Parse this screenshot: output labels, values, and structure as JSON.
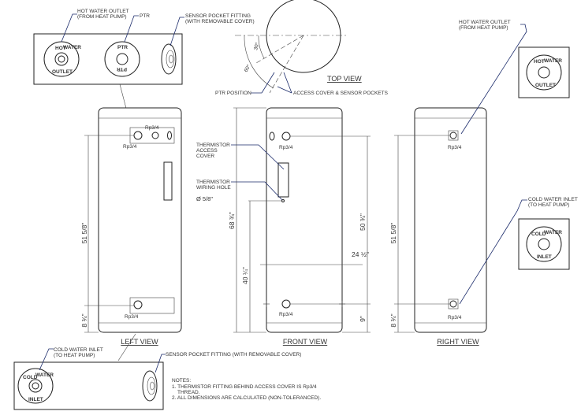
{
  "views": {
    "left": "LEFT VIEW",
    "front": "FRONT VIEW",
    "right": "RIGHT VIEW",
    "top": "TOP VIEW"
  },
  "callouts": {
    "hot_outlet_1": "HOT WATER OUTLET",
    "hot_outlet_2": "(FROM HEAT PUMP)",
    "ptr": "PTR",
    "sensor_1": "SENSOR POCKET FITTING",
    "sensor_2": "(WITH REMOVABLE COVER)",
    "sensor_single": "SENSOR POCKET FITTING (WITH REMOVABLE COVER)",
    "cold_inlet_1": "COLD WATER INLET",
    "cold_inlet_2": "(TO HEAT PUMP)",
    "ptr_position": "PTR POSITION",
    "access_cover_pockets": "ACCESS COVER & SENSOR POCKETS",
    "thermistor_access_1": "THERMISTOR",
    "thermistor_access_2": "ACCESS",
    "thermistor_access_3": "COVER",
    "thermistor_wiring_1": "THERMISTOR",
    "thermistor_wiring_2": "WIRING HOLE",
    "wiring_hole_dia": "Ø 5/8\""
  },
  "fitting_labels": {
    "hot_top": "HOT",
    "hot_water": "WATER",
    "hot_bottom": "OUTLET",
    "ptr_top": "PTR",
    "ptr_bottom": "PTR",
    "cold_top": "COLD",
    "cold_water": "WATER",
    "cold_bottom": "INLET"
  },
  "thread": "Rp3/4",
  "dimensions": {
    "left_height": "51 5/8\"",
    "left_bottom": "8 ¾\"",
    "front_overall": "68 ¾\"",
    "front_lower": "40 ¼\"",
    "front_upper": "50 ¾\"",
    "front_diameter": "24 ½\"",
    "front_bottom": "9\"",
    "right_height": "51 5/8\"",
    "right_bottom": "8 ¾\"",
    "angle_30": "30°",
    "angle_60": "60°"
  },
  "notes": {
    "title": "NOTES:",
    "line1": "1. THERMISTOR FITTING BEHIND ACCESS COVER IS Rp3/4",
    "line1b": "THREAD.",
    "line2": "2. ALL DIMENSIONS ARE CALCULATED (NON-TOLERANCED)."
  }
}
